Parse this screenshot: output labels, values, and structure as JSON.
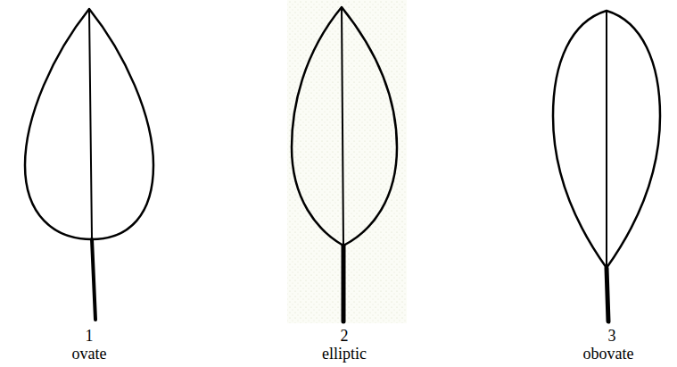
{
  "diagram": {
    "labels": [
      "1",
      "ovate",
      "2",
      "elliptic",
      "3",
      "obovate"
    ]
  }
}
